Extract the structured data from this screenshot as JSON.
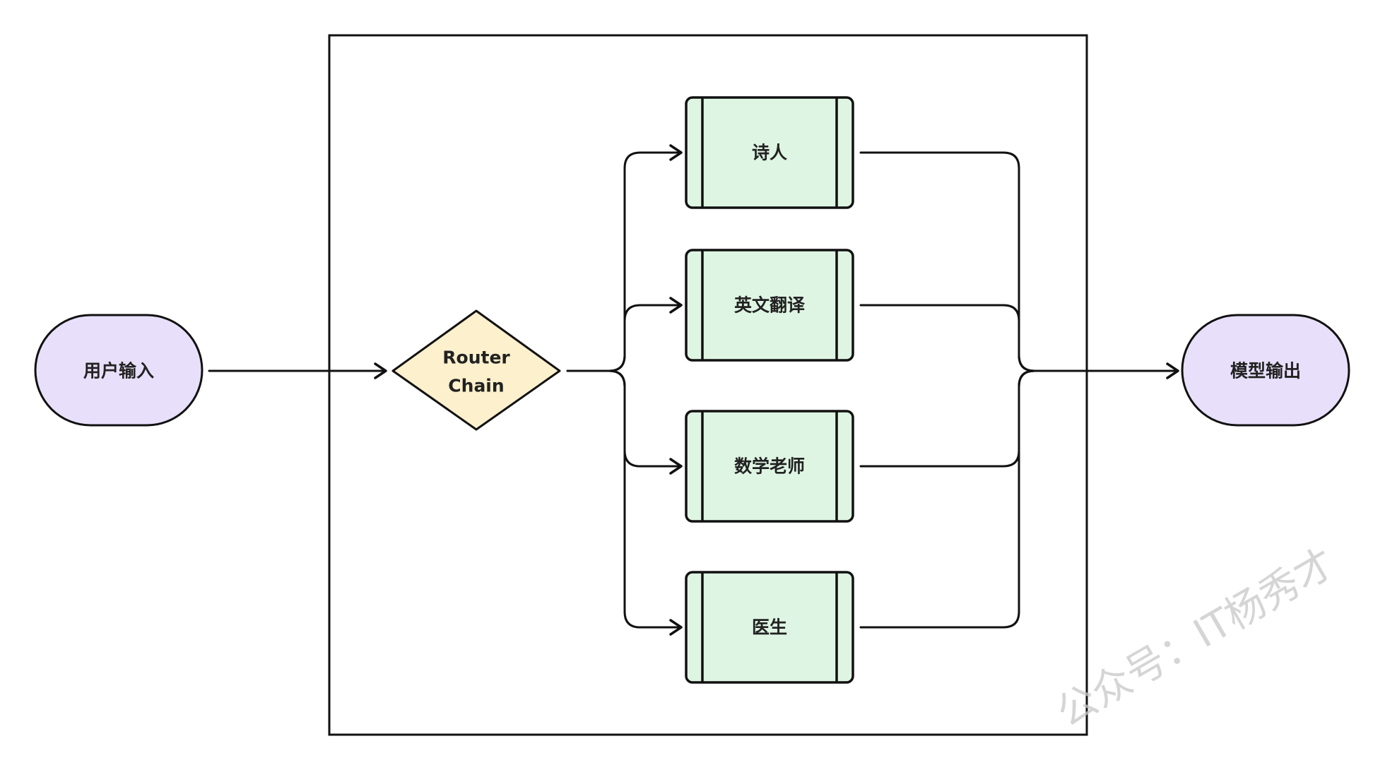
{
  "nodes": {
    "input": {
      "label": "用户输入"
    },
    "router": {
      "label_line1": "Router",
      "label_line2": "Chain"
    },
    "experts": [
      {
        "label": "诗人"
      },
      {
        "label": "英文翻译"
      },
      {
        "label": "数学老师"
      },
      {
        "label": "医生"
      }
    ],
    "output": {
      "label": "模型输出"
    }
  },
  "watermark": "公众号：IT杨秀才",
  "colors": {
    "terminal_fill": "#e8e0fb",
    "router_fill": "#fdf0cc",
    "process_fill": "#dff5e3",
    "stroke": "#111111"
  }
}
